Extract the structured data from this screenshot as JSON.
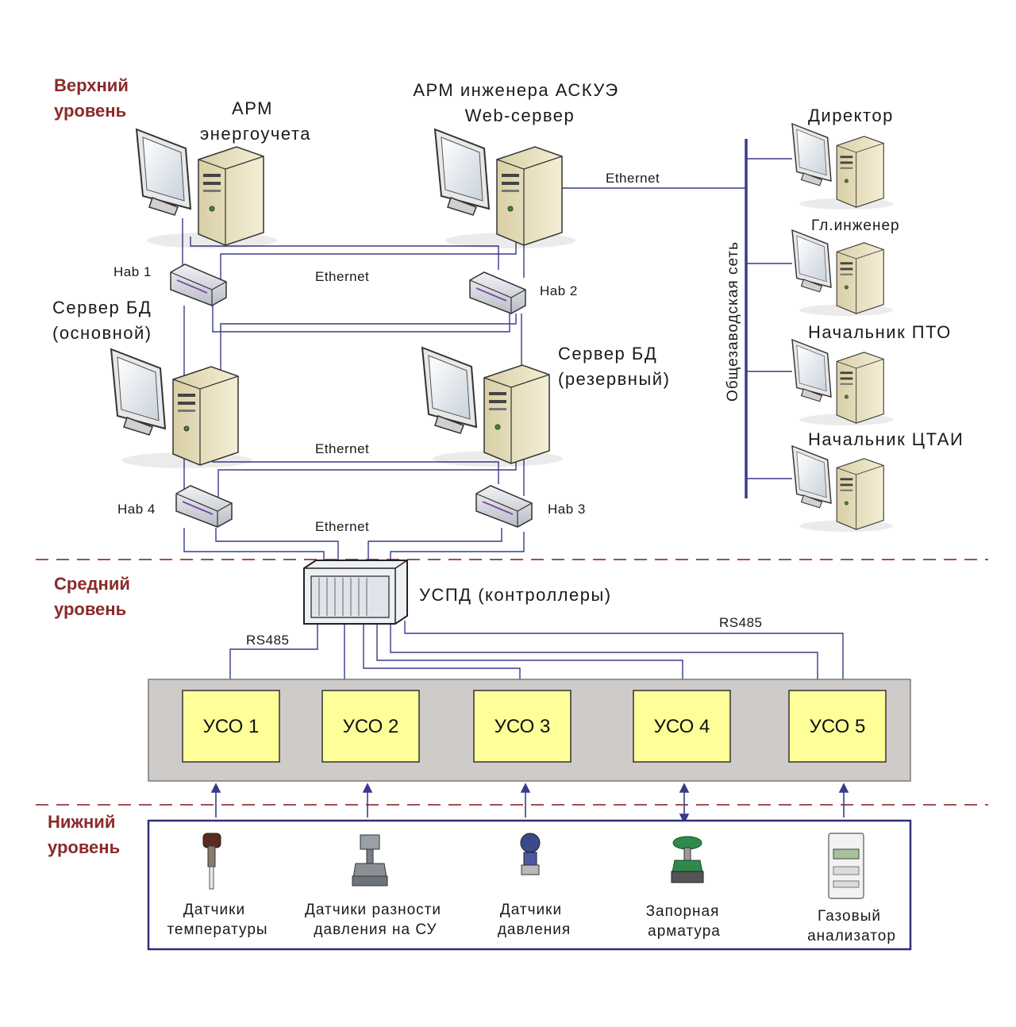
{
  "levels": {
    "upper": [
      "Верхний",
      "уровень"
    ],
    "middle": [
      "Средний",
      "уровень"
    ],
    "lower": [
      "Нижний",
      "уровень"
    ]
  },
  "workstations": {
    "energy": [
      "АРМ",
      "энергоучета"
    ],
    "engineer": [
      "АРМ инженера АСКУЭ",
      "Web-сервер"
    ],
    "db_main": [
      "Сервер БД",
      "(основной)"
    ],
    "db_reserve": [
      "Сервер БД",
      "(резервный)"
    ]
  },
  "hubs": {
    "h1": "Hab 1",
    "h2": "Hab 2",
    "h3": "Hab 3",
    "h4": "Hab 4"
  },
  "links": {
    "eth_top": "Ethernet",
    "eth_1": "Ethernet",
    "eth_2": "Ethernet",
    "eth_3": "Ethernet",
    "rs485_left": "RS485",
    "rs485_right": "RS485"
  },
  "plant_network": {
    "label": "Общезаводская сеть",
    "clients": [
      "Директор",
      "Гл.инженер",
      "Начальник ПТО",
      "Начальник ЦТАИ"
    ]
  },
  "controller": {
    "label": "УСПД (контроллеры)"
  },
  "uso": [
    "УСО 1",
    "УСО 2",
    "УСО 3",
    "УСО 4",
    "УСО 5"
  ],
  "field_devices": [
    {
      "line1": "Датчики",
      "line2": "температуры",
      "icon": "temperature-sensor-icon"
    },
    {
      "line1": "Датчики разности",
      "line2": "давления на СУ",
      "icon": "differential-pressure-sensor-icon"
    },
    {
      "line1": "Датчики",
      "line2": "давления",
      "icon": "pressure-sensor-icon"
    },
    {
      "line1": "Запорная",
      "line2": "арматура",
      "icon": "shutoff-valve-icon"
    },
    {
      "line1": "Газовый",
      "line2": "анализатор",
      "icon": "gas-analyzer-icon"
    }
  ],
  "colors": {
    "level_text": "#8b2a2a",
    "wire": "#3a3a8c",
    "dash": "#a05050",
    "uso_fill": "#ffff99",
    "uso_panel": "#cfcbc8"
  }
}
